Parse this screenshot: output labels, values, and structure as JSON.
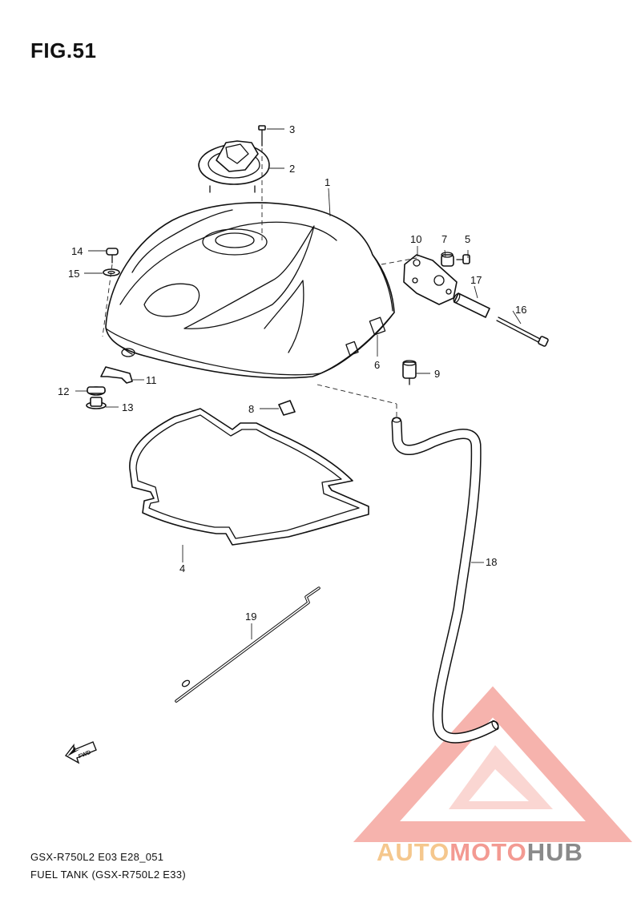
{
  "figure": {
    "title": "FIG.51",
    "model_code": "GSX-R750L2 E03 E28_051",
    "caption": "FUEL TANK (GSX-R750L2 E33)"
  },
  "callouts": [
    "1",
    "2",
    "3",
    "4",
    "5",
    "6",
    "7",
    "8",
    "9",
    "10",
    "11",
    "12",
    "13",
    "14",
    "15",
    "16",
    "17",
    "18",
    "19"
  ],
  "fwd_arrow": {
    "label": "FWD",
    "icon": "fwd-arrow-icon"
  },
  "watermark": {
    "parts": [
      "AUTO",
      "MOTO",
      "HUB"
    ],
    "colors": {
      "auto": "#f5c78d",
      "moto": "#f39a92",
      "hub": "#8a8a8a",
      "triangle": "#f39a92"
    },
    "icon": "triangle-logo-icon"
  }
}
